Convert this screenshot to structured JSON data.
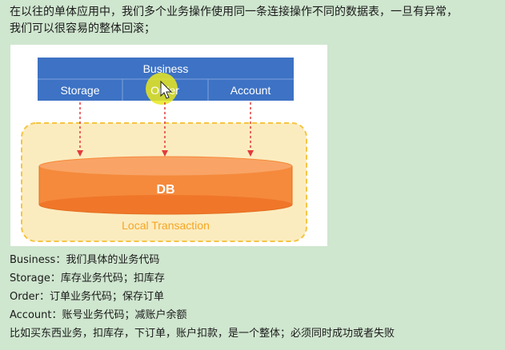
{
  "intro": {
    "line1": "在以往的单体应用中，我们多个业务操作使用同一条连接操作不同的数据表，一旦有异常，",
    "line2": "我们可以很容易的整体回滚；"
  },
  "diagram": {
    "business_label": "Business",
    "services": [
      "Storage",
      "Order",
      "Account"
    ],
    "db_label": "DB",
    "transaction_label": "Local Transaction",
    "colors": {
      "business_bar": "#3d72c4",
      "database": "#f58a3c",
      "transaction_box": "#fbecc0",
      "transaction_border": "#f5c542",
      "arrow": "#e23b3b",
      "cursor_highlight": "#e8e81f"
    }
  },
  "descriptions": [
    "Business：我们具体的业务代码",
    "Storage：库存业务代码；扣库存",
    "Order：订单业务代码；保存订单",
    "Account：账号业务代码；减账户余额",
    "比如买东西业务，扣库存，下订单，账户扣款，是一个整体；必须同时成功或者失败"
  ]
}
